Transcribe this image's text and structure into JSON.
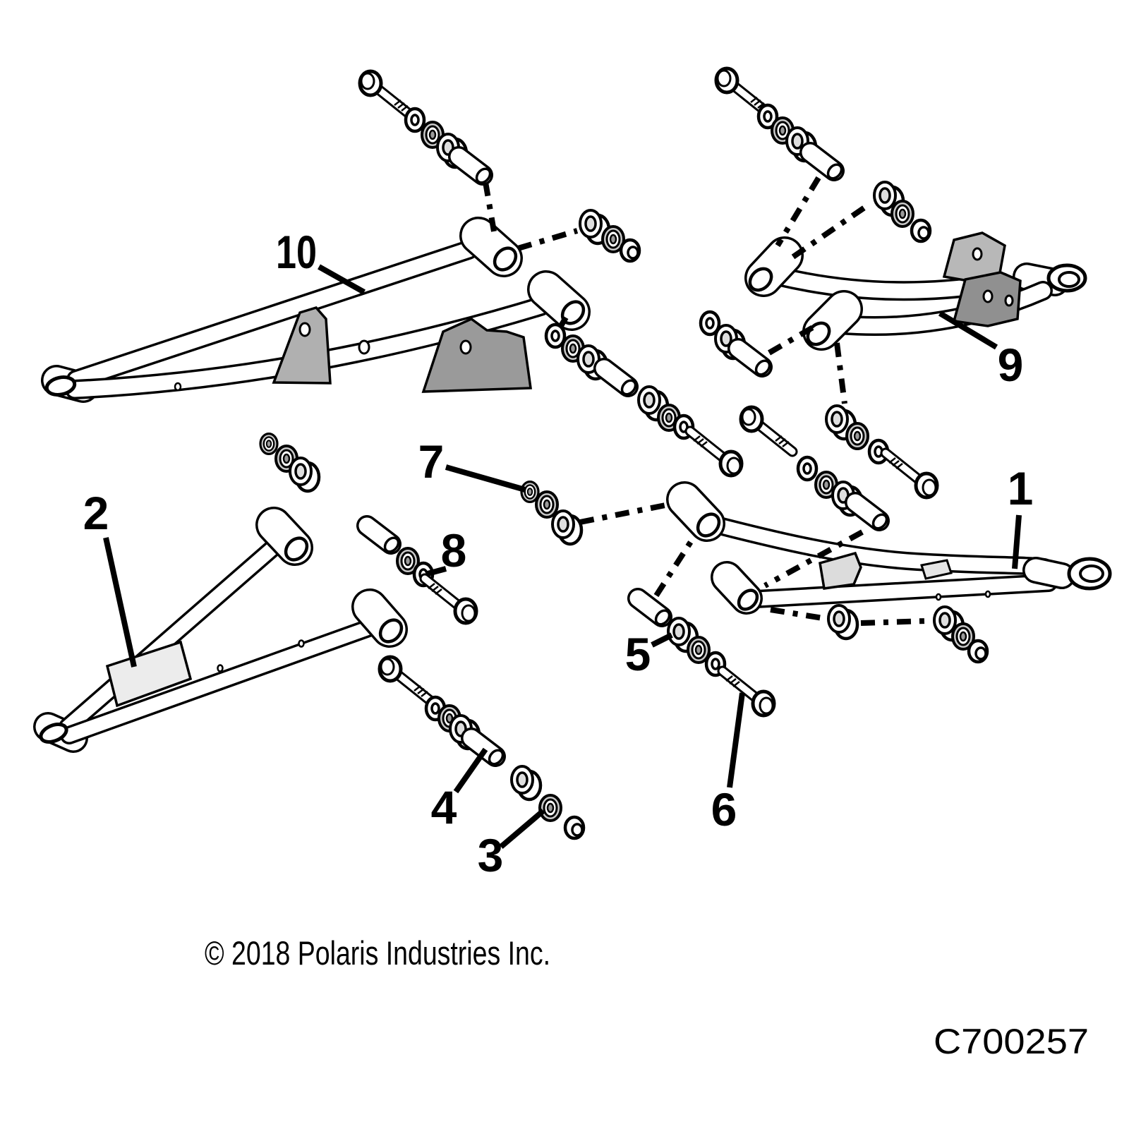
{
  "diagram": {
    "copyright": "© 2018 Polaris Industries Inc.",
    "part_code": "C700257",
    "colors": {
      "line": "#000000",
      "fill": "#ffffff",
      "bracket_gray": "#a8a8a8"
    }
  },
  "callouts": [
    {
      "label": "1"
    },
    {
      "label": "2"
    },
    {
      "label": "3"
    },
    {
      "label": "4"
    },
    {
      "label": "5"
    },
    {
      "label": "6"
    },
    {
      "label": "7"
    },
    {
      "label": "8"
    },
    {
      "label": "9"
    },
    {
      "label": "10"
    }
  ]
}
